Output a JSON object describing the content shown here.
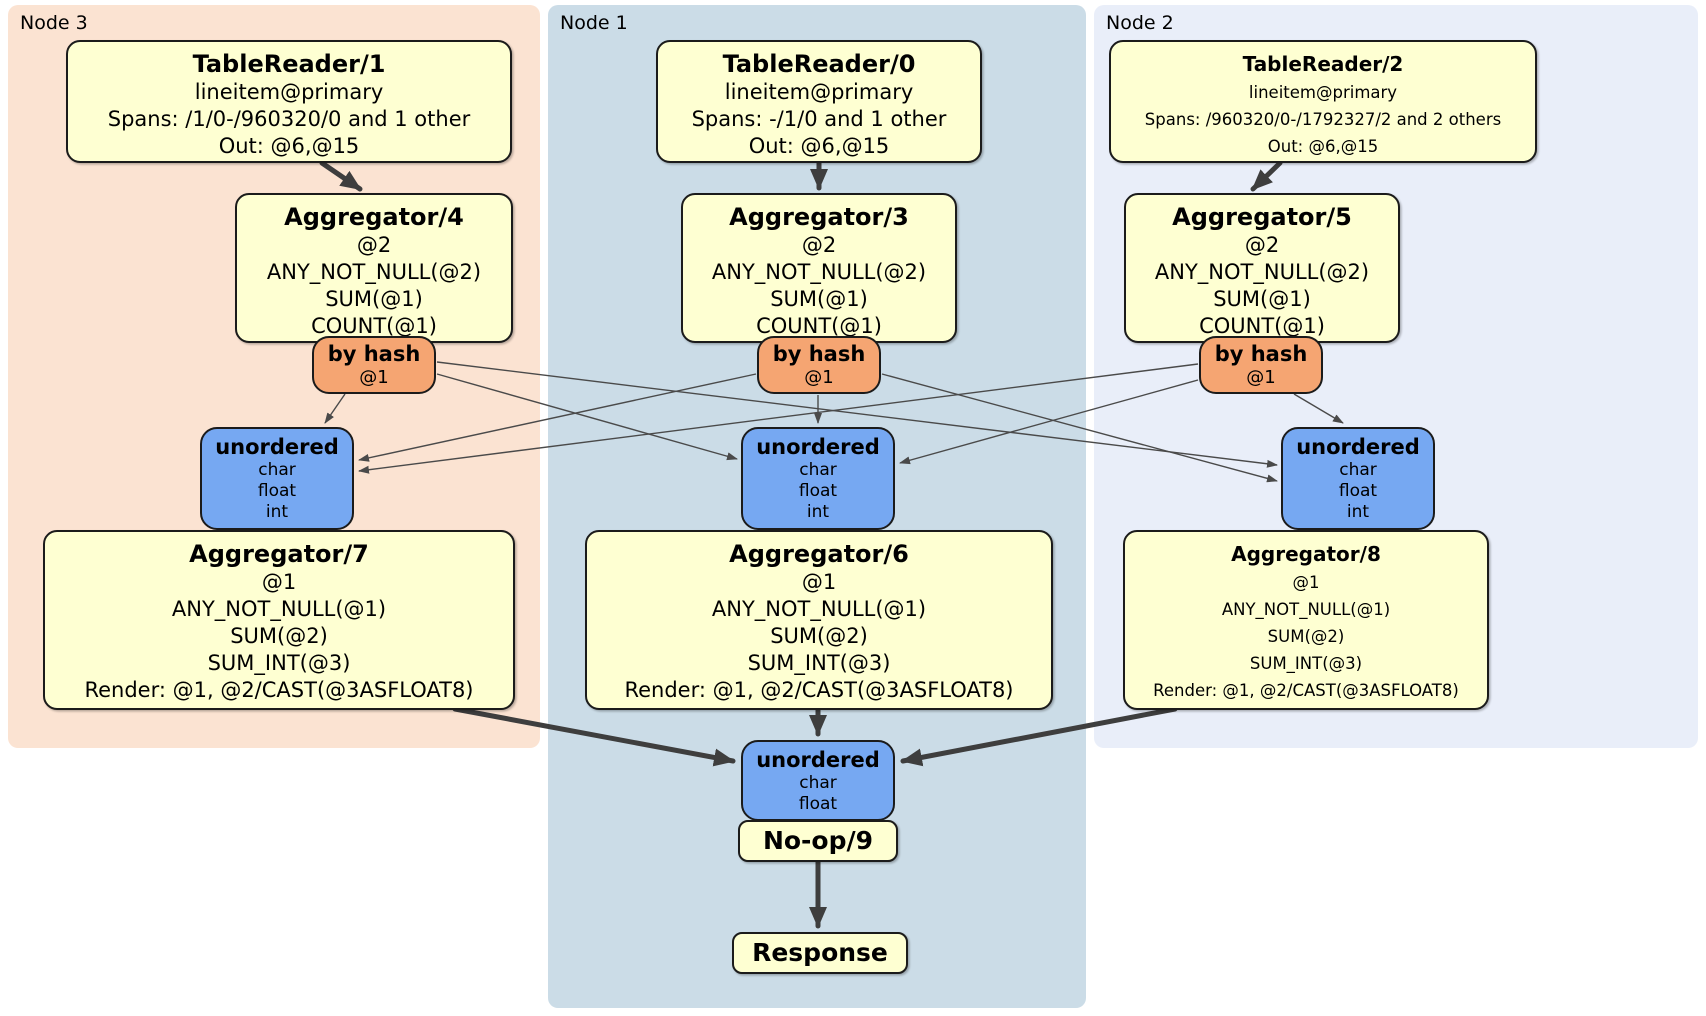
{
  "regions": [
    {
      "key": "node3",
      "label": "Node 3"
    },
    {
      "key": "node1",
      "label": "Node 1"
    },
    {
      "key": "node2",
      "label": "Node 2"
    }
  ],
  "processors": {
    "tr1": {
      "title": "TableReader/1",
      "lines": [
        "lineitem@primary",
        "Spans: /1/0-/960320/0 and 1 other",
        "Out: @6,@15"
      ]
    },
    "tr0": {
      "title": "TableReader/0",
      "lines": [
        "lineitem@primary",
        "Spans: -/1/0 and 1 other",
        "Out: @6,@15"
      ]
    },
    "tr2": {
      "title": "TableReader/2",
      "lines": [
        "lineitem@primary",
        "Spans: /960320/0-/1792327/2 and 2 others",
        "Out: @6,@15"
      ]
    },
    "agg4": {
      "title": "Aggregator/4",
      "lines": [
        "@2",
        "ANY_NOT_NULL(@2)",
        "SUM(@1)",
        "COUNT(@1)"
      ]
    },
    "agg3": {
      "title": "Aggregator/3",
      "lines": [
        "@2",
        "ANY_NOT_NULL(@2)",
        "SUM(@1)",
        "COUNT(@1)"
      ]
    },
    "agg5": {
      "title": "Aggregator/5",
      "lines": [
        "@2",
        "ANY_NOT_NULL(@2)",
        "SUM(@1)",
        "COUNT(@1)"
      ]
    },
    "agg7": {
      "title": "Aggregator/7",
      "lines": [
        "@1",
        "ANY_NOT_NULL(@1)",
        "SUM(@2)",
        "SUM_INT(@3)",
        "Render: @1, @2/CAST(@3ASFLOAT8)"
      ]
    },
    "agg6": {
      "title": "Aggregator/6",
      "lines": [
        "@1",
        "ANY_NOT_NULL(@1)",
        "SUM(@2)",
        "SUM_INT(@3)",
        "Render: @1, @2/CAST(@3ASFLOAT8)"
      ]
    },
    "agg8": {
      "title": "Aggregator/8",
      "lines": [
        "@1",
        "ANY_NOT_NULL(@1)",
        "SUM(@2)",
        "SUM_INT(@3)",
        "Render: @1, @2/CAST(@3ASFLOAT8)"
      ]
    },
    "noop": {
      "title": "No-op/9"
    },
    "response": {
      "title": "Response"
    }
  },
  "routers": {
    "hash_node3": {
      "title": "by hash",
      "detail": "@1"
    },
    "hash_node1": {
      "title": "by hash",
      "detail": "@1"
    },
    "hash_node2": {
      "title": "by hash",
      "detail": "@1"
    }
  },
  "syncs": {
    "unordered_node3": {
      "title": "unordered",
      "streams": [
        "char",
        "float",
        "int"
      ]
    },
    "unordered_node1": {
      "title": "unordered",
      "streams": [
        "char",
        "float",
        "int"
      ]
    },
    "unordered_node2": {
      "title": "unordered",
      "streams": [
        "char",
        "float",
        "int"
      ]
    },
    "unordered_final": {
      "title": "unordered",
      "streams": [
        "char",
        "float"
      ]
    }
  },
  "colors": {
    "node3_bg": "#fbe3d2",
    "node1_bg": "#cbdce7",
    "node2_bg": "#e9eef9",
    "processor_fill": "#feffd2",
    "router_fill": "#f5a572",
    "sync_fill": "#76a8f2",
    "edge": "#444444"
  }
}
